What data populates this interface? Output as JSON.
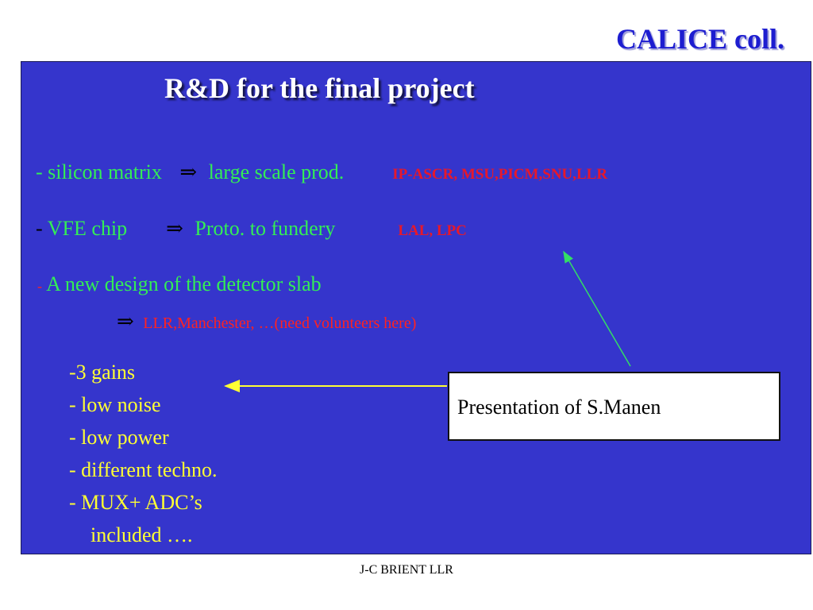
{
  "header": {
    "title": "CALICE coll."
  },
  "slide": {
    "heading": "R&D for the final project",
    "rows": [
      {
        "prefix": "- silicon matrix",
        "arrow": "⇒",
        "text": "large scale prod.",
        "labs": "IP-ASCR, MSU,PICM,SNU,LLR"
      },
      {
        "dash": "-",
        "prefix": "VFE chip",
        "arrow": "⇒",
        "text": "Proto. to fundery",
        "labs": "LAL, LPC"
      },
      {
        "dash": "-",
        "prefix": "A new design of the detector slab"
      },
      {
        "arrow": "⇒",
        "labs": "LLR,Manchester, …(need volunteers here)"
      }
    ],
    "features": [
      "-3 gains",
      "- low noise",
      "- low power",
      "- different techno.",
      "- MUX+ ADC’s",
      "included …."
    ],
    "callout": "Presentation of S.Manen"
  },
  "footer": {
    "text": "J-C BRIENT  LLR"
  },
  "colors": {
    "panel_background": "#3535cc",
    "title_blue": "#1d1dd0",
    "text_green": "#33ee55",
    "text_yellow": "#ffff33",
    "text_red": "#ff2222",
    "green_arrow": "#33dd66",
    "yellow_arrow": "#ffff33"
  }
}
